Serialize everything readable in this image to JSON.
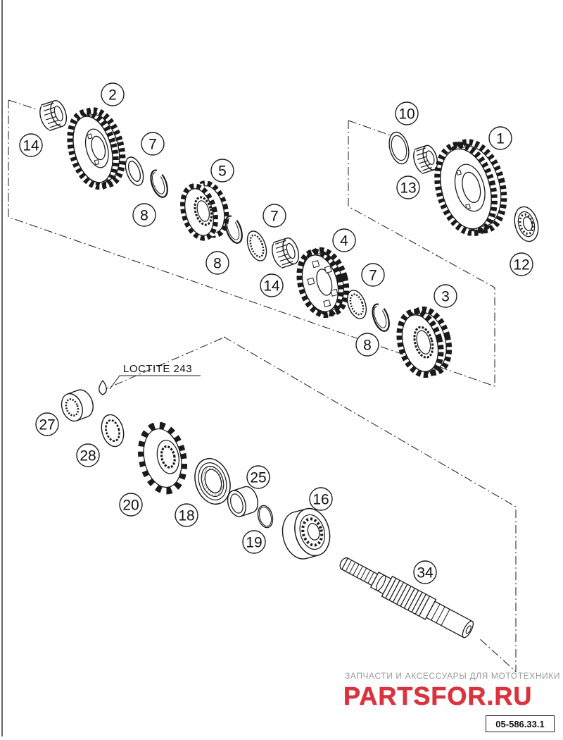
{
  "diagram": {
    "callouts": [
      {
        "id": "c14a",
        "num": "14"
      },
      {
        "id": "c2",
        "num": "2"
      },
      {
        "id": "c7a",
        "num": "7"
      },
      {
        "id": "c8a",
        "num": "8"
      },
      {
        "id": "c5",
        "num": "5"
      },
      {
        "id": "c7b",
        "num": "7"
      },
      {
        "id": "c8b",
        "num": "8"
      },
      {
        "id": "c14b",
        "num": "14"
      },
      {
        "id": "c4",
        "num": "4"
      },
      {
        "id": "c7c",
        "num": "7"
      },
      {
        "id": "c8c",
        "num": "8"
      },
      {
        "id": "c3",
        "num": "3"
      },
      {
        "id": "c10",
        "num": "10"
      },
      {
        "id": "c1",
        "num": "1"
      },
      {
        "id": "c13",
        "num": "13"
      },
      {
        "id": "c12",
        "num": "12"
      },
      {
        "id": "c27",
        "num": "27"
      },
      {
        "id": "c28",
        "num": "28"
      },
      {
        "id": "c20",
        "num": "20"
      },
      {
        "id": "c18",
        "num": "18"
      },
      {
        "id": "c25",
        "num": "25"
      },
      {
        "id": "c19",
        "num": "19"
      },
      {
        "id": "c16",
        "num": "16"
      },
      {
        "id": "c34",
        "num": "34"
      }
    ],
    "note": "LOCTITE 243"
  },
  "watermark": {
    "line1": "ЗАПЧАСТИ И АКСЕССУАРЫ ДЛЯ МОТОТЕХНИКИ",
    "line2": "PARTSFOR.RU",
    "color_primary": "#d9333f",
    "color_secondary": "#9a9a9a"
  },
  "reference": "05-586.33.1",
  "colors": {
    "line": "#1a1a1a",
    "fill": "#ffffff"
  }
}
